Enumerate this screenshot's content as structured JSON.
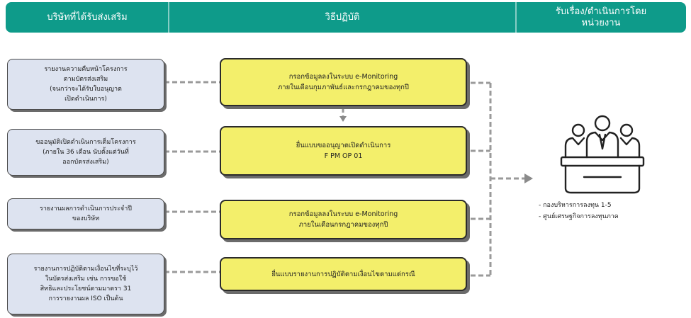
{
  "header": {
    "col1": "บริษัทที่ได้รับส่งเสริม",
    "col2": "วิธีปฏิบัติ",
    "col3": "รับเรื่อง/ดำเนินการโดย\nหน่วยงาน"
  },
  "left_boxes": [
    "รายงานความคืบหน้าโครงการ\nตามบัตรส่งเสริม\n(จนกว่าจะได้รับใบอนุญาต\nเปิดดำเนินการ)",
    "ขออนุมัติเปิดดำเนินการเต็มโครงการ\n(ภายใน 36  เดือน  นับตั้งแต่วันที่\nออกบัตรส่งเสริม)",
    "รายงานผลการดำเนินการประจำปี\nของบริษัท",
    "รายงานการปฏิบัติตามเงื่อนไขที่ระบุไว้\nในบัตรส่งเสริม  เช่น  การขอใช้\nสิทธิและประโยชน์ตามมาตรา 31\nการรายงานผล ISO เป็นต้น"
  ],
  "middle_boxes": [
    "กรอกข้อมูลลงในระบบ e-Monitoring\nภายในเดือนกุมภาพันธ์และกรกฎาคมของทุกปี",
    "ยื่นแบบขออนุญาตเปิดดำเนินการ\nF PM OP 01",
    "กรอกข้อมูลลงในระบบ e-Monitoring\nภายในเดือนกรกฎาคมของทุกปี",
    "ยื่นแบบรายงานการปฏิบัติตามเงื่อนไขตามแต่กรณี"
  ],
  "agencies": [
    "-  กองบริหารการลงทุน 1-5",
    "-  ศูนย์เศรษฐกิจการลงทุนภาค"
  ],
  "icon": "meeting-people-icon"
}
